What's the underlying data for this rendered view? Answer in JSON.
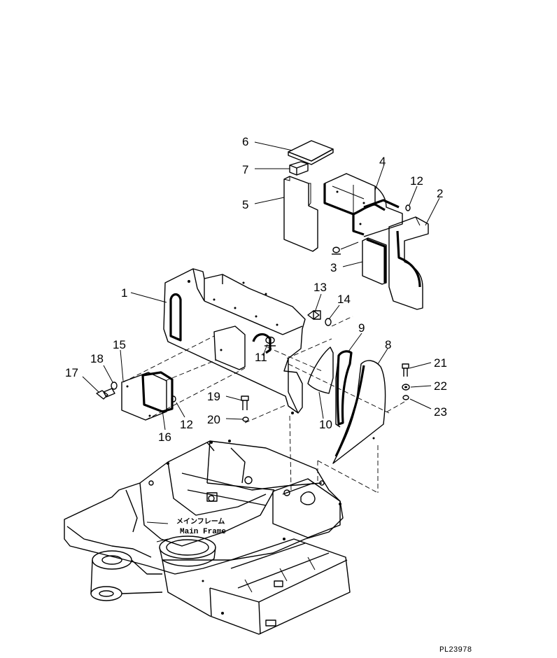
{
  "callouts": [
    {
      "id": "c1",
      "text": "1"
    },
    {
      "id": "c2",
      "text": "2"
    },
    {
      "id": "c3",
      "text": "3"
    },
    {
      "id": "c4",
      "text": "4"
    },
    {
      "id": "c5",
      "text": "5"
    },
    {
      "id": "c6",
      "text": "6"
    },
    {
      "id": "c7",
      "text": "7"
    },
    {
      "id": "c8",
      "text": "8"
    },
    {
      "id": "c9",
      "text": "9"
    },
    {
      "id": "c10",
      "text": "10"
    },
    {
      "id": "c11",
      "text": "11"
    },
    {
      "id": "c12a",
      "text": "12"
    },
    {
      "id": "c12b",
      "text": "12"
    },
    {
      "id": "c13",
      "text": "13"
    },
    {
      "id": "c14",
      "text": "14"
    },
    {
      "id": "c15",
      "text": "15"
    },
    {
      "id": "c16",
      "text": "16"
    },
    {
      "id": "c17",
      "text": "17"
    },
    {
      "id": "c18",
      "text": "18"
    },
    {
      "id": "c19",
      "text": "19"
    },
    {
      "id": "c20",
      "text": "20"
    },
    {
      "id": "c21",
      "text": "21"
    },
    {
      "id": "c22",
      "text": "22"
    },
    {
      "id": "c23",
      "text": "23"
    }
  ],
  "frame_label": {
    "japanese": "メインフレーム",
    "english": "Main Frame"
  },
  "drawing_code": "PL23978"
}
